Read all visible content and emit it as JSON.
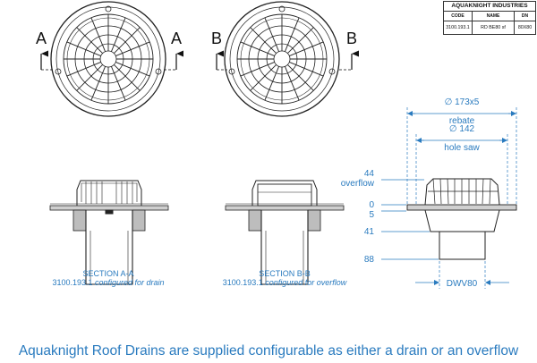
{
  "title_block": {
    "company": "AQUAKNIGHT INDUSTRIES",
    "headers": [
      "CODE",
      "NAME",
      "DN"
    ],
    "values": [
      "3100.193.1",
      "RD BE80 sf",
      "80X80"
    ]
  },
  "section_markers": {
    "left_view": "A",
    "right_view": "B"
  },
  "captions": {
    "section_a": {
      "title": "SECTION A-A",
      "code": "3100.193.1",
      "config": "configured for drain"
    },
    "section_b": {
      "title": "SECTION B-B",
      "code": "3100.193.1",
      "config": "configured for overflow"
    }
  },
  "dimensions": {
    "rebate_dia": "∅ 173x5",
    "rebate_label": "rebate",
    "hole_dia": "∅ 142",
    "hole_label": "hole saw",
    "overflow_val": "44",
    "overflow_label": "overflow",
    "level_0": "0",
    "level_5": "5",
    "level_41": "41",
    "level_88": "88",
    "outlet": "DWV80"
  },
  "footer": "Aquaknight Roof Drains are supplied configurable as either a drain or an overflow",
  "colors": {
    "accent": "#2a7bbf",
    "line": "#222222"
  }
}
